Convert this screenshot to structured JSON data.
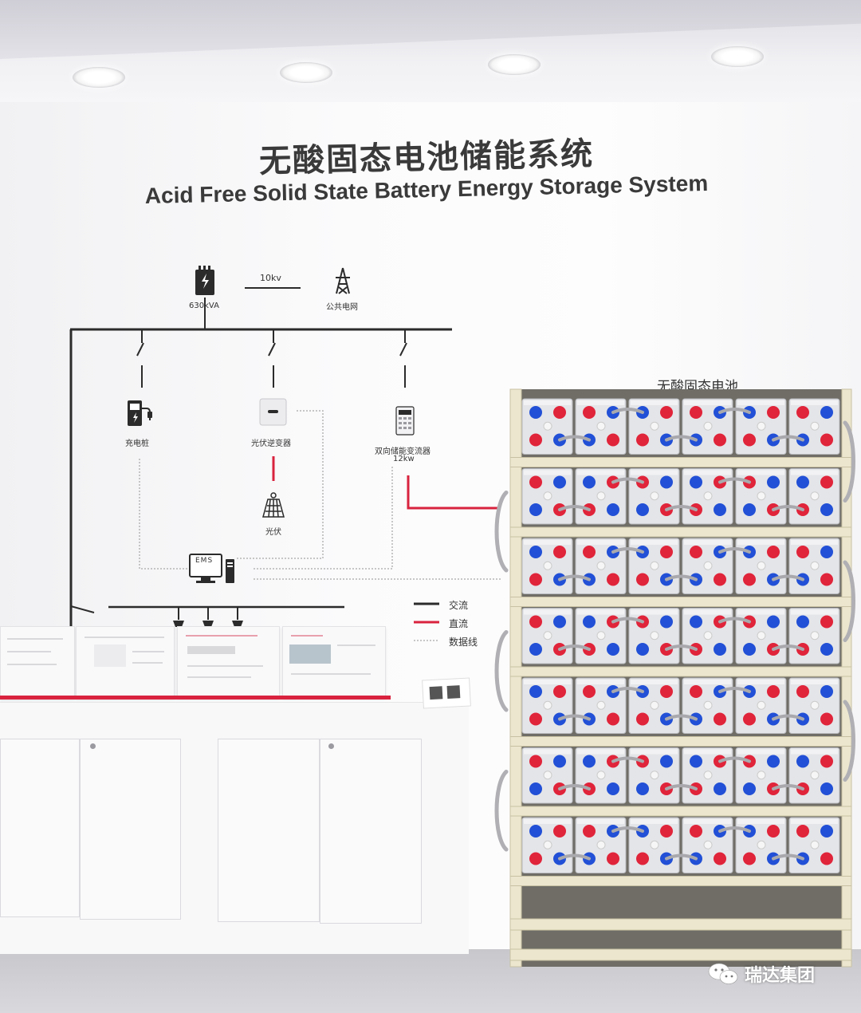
{
  "wall": {
    "title_cn": "无酸固态电池储能系统",
    "title_en": "Acid Free Solid State Battery Energy Storage System"
  },
  "diagram": {
    "transformer_label": "630kVA",
    "voltage_label": "10kv",
    "grid_label": "公共电网",
    "charger_label": "充电桩",
    "pv_inverter_label": "光伏逆变器",
    "pv_label": "光伏",
    "pcs_label": "双向储能变流器",
    "pcs_power": "12kw",
    "ems_label": "EMS",
    "legend": [
      {
        "label": "交流",
        "color": "#2b2b2b"
      },
      {
        "label": "直流",
        "color": "#d9233e"
      },
      {
        "label": "数据线",
        "color": "#b5b5b5"
      }
    ]
  },
  "rack": {
    "label": "无酸固态电池",
    "rows": 7,
    "cells_per_row": 6,
    "positive_color": "#e0243a",
    "negative_color": "#2250d6"
  },
  "watermark": {
    "text": "瑞达集团",
    "icon": "wechat-icon"
  }
}
